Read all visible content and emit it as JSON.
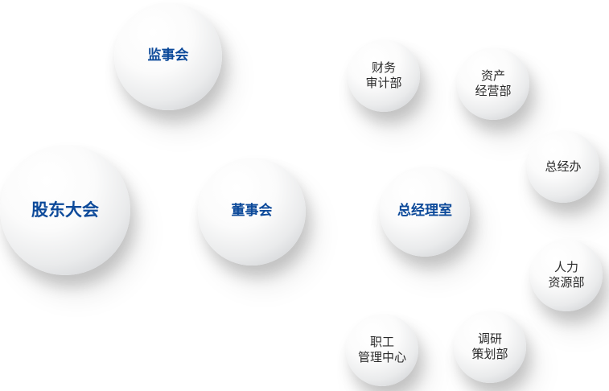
{
  "nodes": {
    "shareholders": "股东大会",
    "supervisory_board": "监事会",
    "board_of_directors": "董事会",
    "general_manager_office": "总经理室",
    "finance_audit": "财务\n审计部",
    "asset_operation": "资产\n经营部",
    "general_office": "总经办",
    "human_resources": "人力\n资源部",
    "research_planning": "调研\n策划部",
    "staff_management": "职工\n管理中心"
  },
  "colors": {
    "primary_text": "#0d4a9a",
    "secondary_text": "#2a2a2a"
  }
}
